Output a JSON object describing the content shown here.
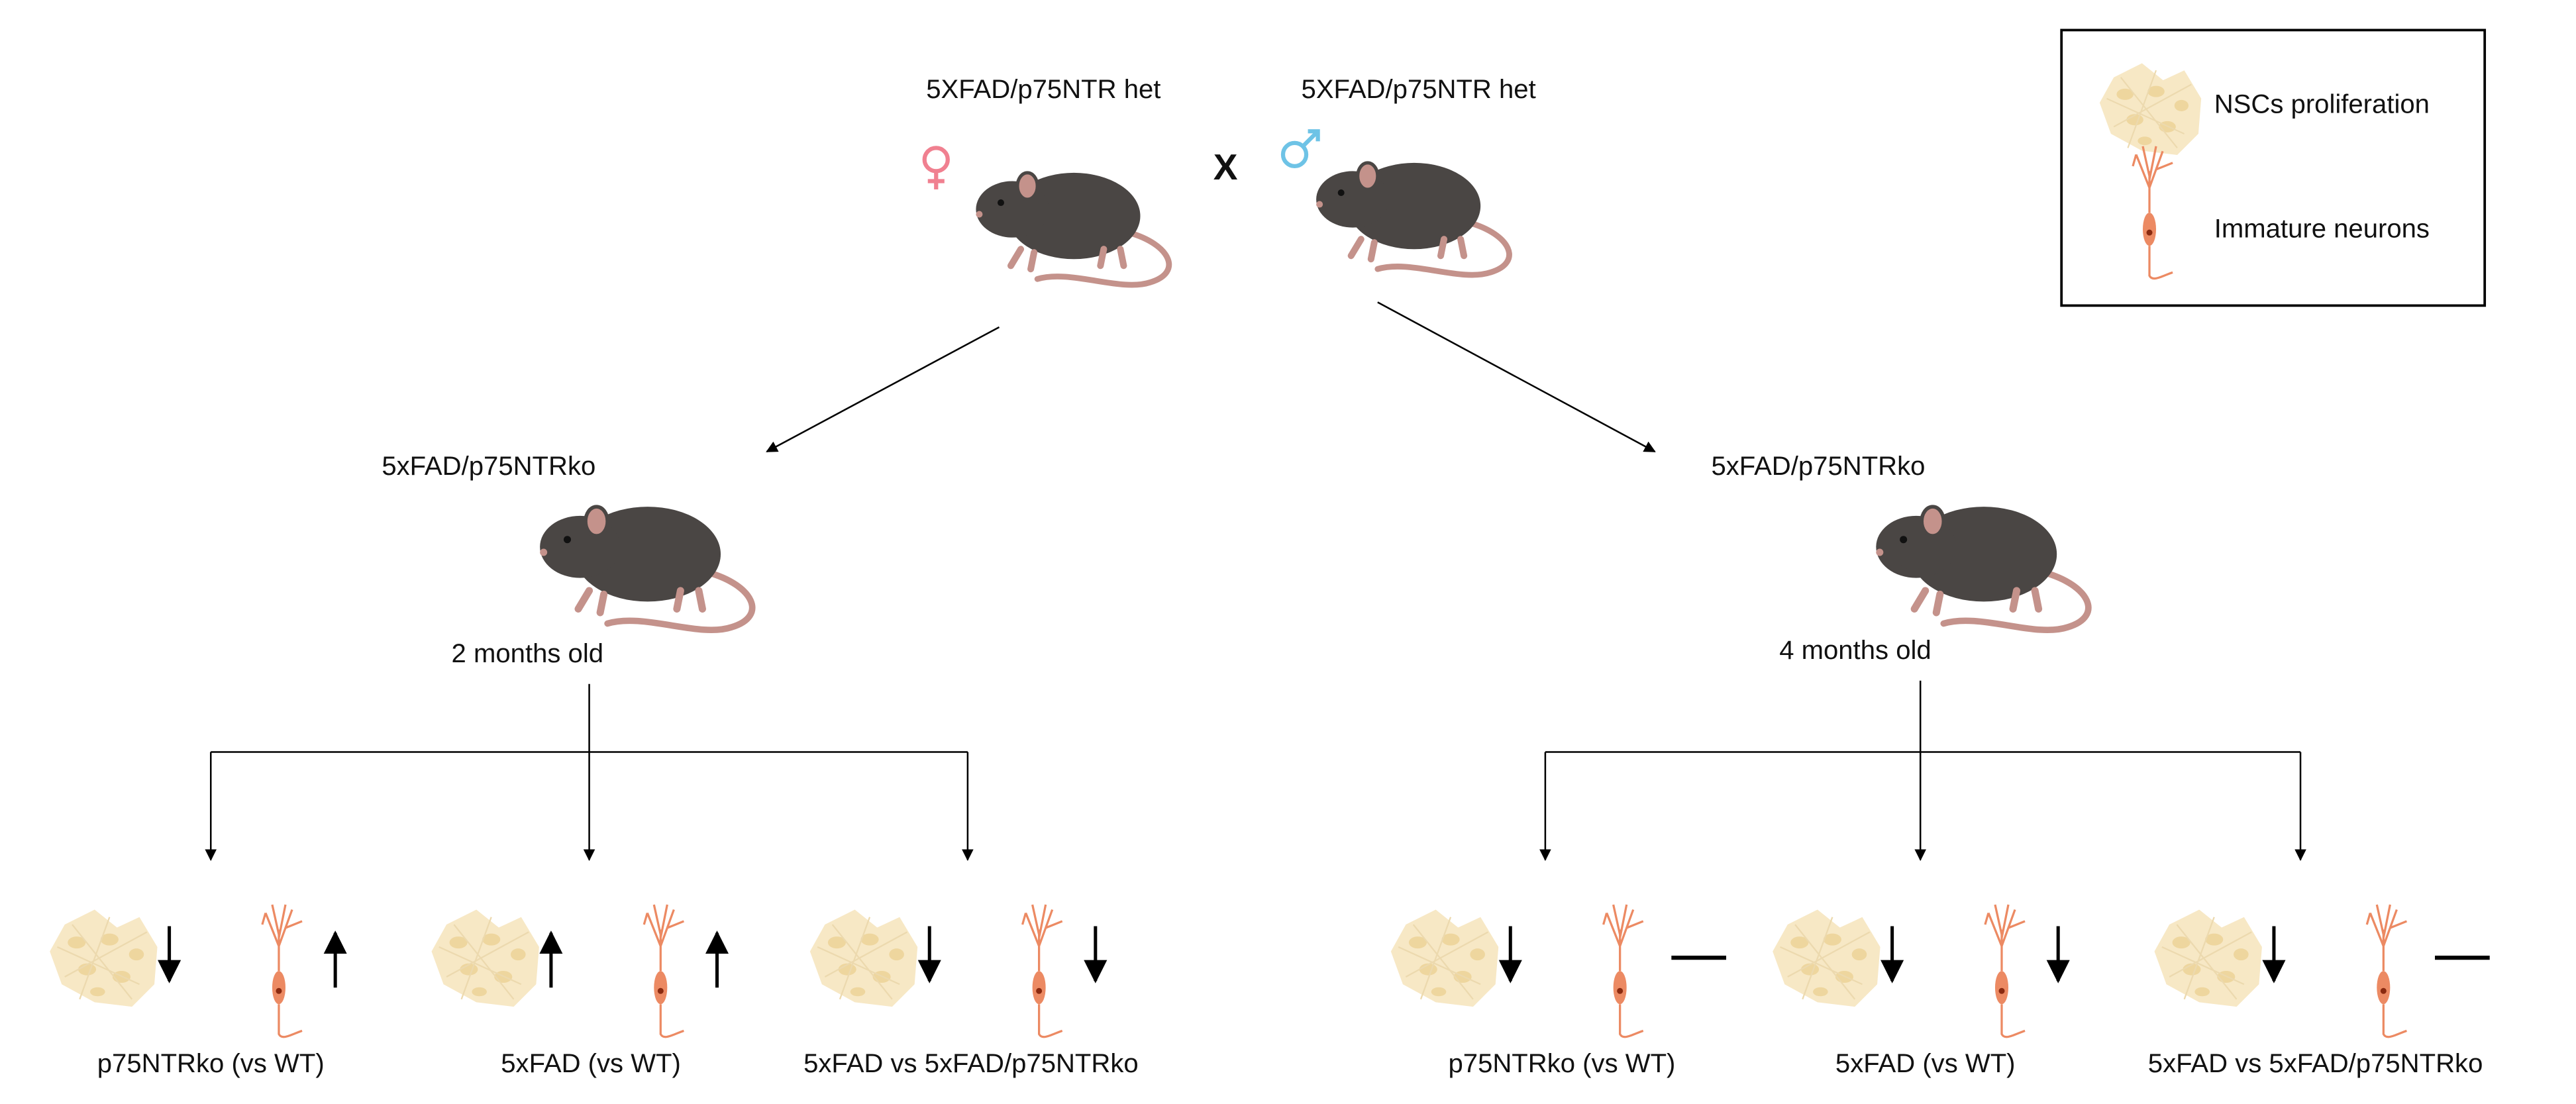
{
  "parents": {
    "female_label": "5XFAD/p75NTR het",
    "male_label": "5XFAD/p75NTR het",
    "cross_symbol": "X",
    "female_icon": "female-symbol-icon",
    "male_icon": "male-symbol-icon"
  },
  "legend": {
    "items": [
      {
        "icon": "nsc-cluster-icon",
        "label": "NSCs proliferation"
      },
      {
        "icon": "immature-neuron-icon",
        "label": "Immature neurons"
      }
    ]
  },
  "branches": [
    {
      "genotype": "5xFAD/p75NTRko",
      "age": "2 months old",
      "comparisons": [
        {
          "label": "p75NTRko (vs WT)",
          "nsc": "down",
          "neurons": "up"
        },
        {
          "label": "5xFAD (vs WT)",
          "nsc": "up",
          "neurons": "up"
        },
        {
          "label": "5xFAD vs 5xFAD/p75NTRko",
          "nsc": "down",
          "neurons": "down"
        }
      ]
    },
    {
      "genotype": "5xFAD/p75NTRko",
      "age": "4 months old",
      "comparisons": [
        {
          "label": "p75NTRko (vs WT)",
          "nsc": "down",
          "neurons": "no-change"
        },
        {
          "label": "5xFAD (vs WT)",
          "nsc": "down",
          "neurons": "down"
        },
        {
          "label": "5xFAD vs 5xFAD/p75NTRko",
          "nsc": "down",
          "neurons": "no-change"
        }
      ]
    }
  ],
  "colors": {
    "female": "#f08090",
    "male": "#6ec3e6",
    "mouse_body": "#4a4644",
    "mouse_skin": "#c4928b",
    "nsc": "#f3dca8",
    "neuron": "#ec8a63"
  }
}
